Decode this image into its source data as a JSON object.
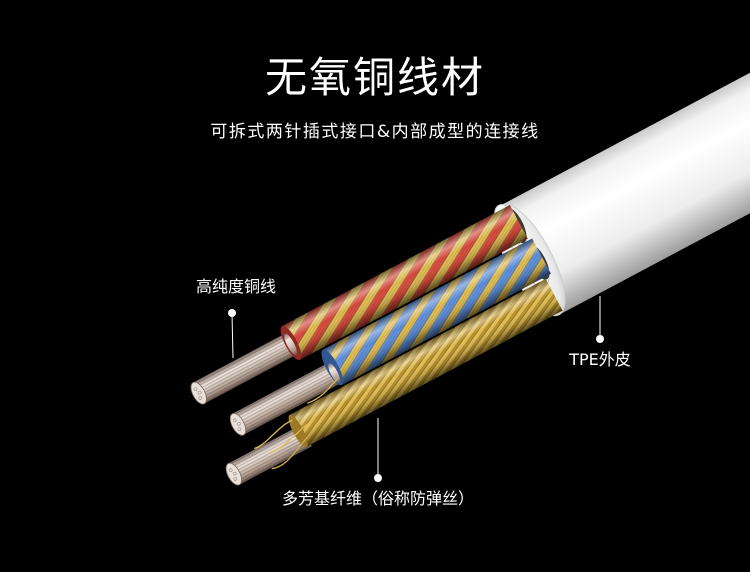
{
  "title": "无氧铜线材",
  "subtitle": "可拆式两针插式接口&内部成型的连接线",
  "callouts": {
    "copper": {
      "label": "高纯度铜线"
    },
    "jacket": {
      "label": "TPE外皮"
    },
    "fiber": {
      "label": "多芳基纤维（俗称防弹丝）"
    }
  },
  "colors": {
    "background": "#000000",
    "text": "#ffffff",
    "jacket": "#f4f4f4",
    "wire_red": "#d84a3c",
    "wire_blue": "#5d8fdc",
    "fiber_gold": "#e0bd52",
    "copper": "#d9ccc3",
    "leader": "#ffffff"
  }
}
